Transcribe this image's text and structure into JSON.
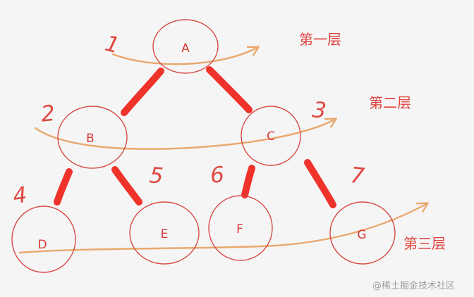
{
  "tree": {
    "nodes": [
      {
        "label": "A",
        "level": 1
      },
      {
        "label": "B",
        "level": 2
      },
      {
        "label": "C",
        "level": 2
      },
      {
        "label": "D",
        "level": 3
      },
      {
        "label": "E",
        "level": 3
      },
      {
        "label": "F",
        "level": 3
      },
      {
        "label": "G",
        "level": 3
      }
    ],
    "edges": [
      [
        "A",
        "B"
      ],
      [
        "A",
        "C"
      ],
      [
        "B",
        "D"
      ],
      [
        "B",
        "E"
      ],
      [
        "C",
        "F"
      ],
      [
        "C",
        "G"
      ]
    ]
  },
  "annotations": {
    "numbers": [
      "1",
      "2",
      "3",
      "4",
      "5",
      "6",
      "7"
    ],
    "level_labels": [
      {
        "text": "第一层"
      },
      {
        "text": "第二层"
      },
      {
        "text": "第三层"
      }
    ],
    "watermark": "@稀土掘金技术社区"
  },
  "colors": {
    "background": "#f5f5f6",
    "node_outline": "#d84b45",
    "node_text": "#d43a36",
    "thick_edge": "#ee2a21",
    "sweep_arrow": "#e9a86d",
    "handwriting": "#e0493f",
    "watermark": "#9e9ea2"
  }
}
